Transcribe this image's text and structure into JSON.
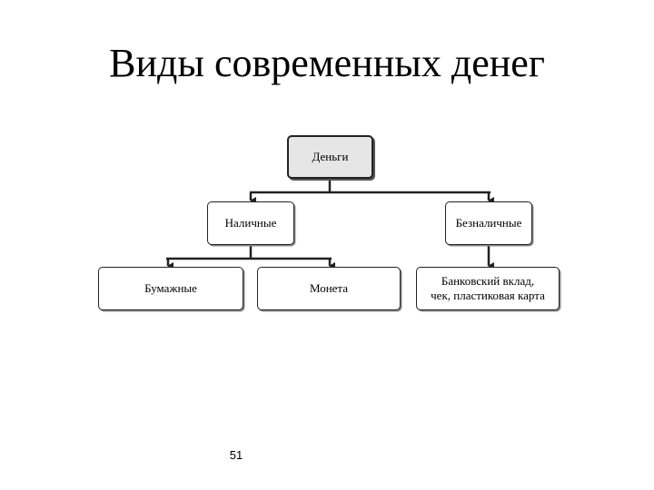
{
  "slide": {
    "title": "Виды современных денег",
    "page_number": "51"
  },
  "diagram": {
    "root": "Деньги",
    "level1": {
      "cash": "Наличные",
      "noncash": "Безналичные"
    },
    "level2": {
      "paper": "Бумажные",
      "coin": "Монета",
      "bank": "Банковский вклад,\nчек, пластиковая карта"
    }
  },
  "colors": {
    "root_fill": "#e6e6e6",
    "node_fill": "#ffffff",
    "stroke": "#222222"
  }
}
